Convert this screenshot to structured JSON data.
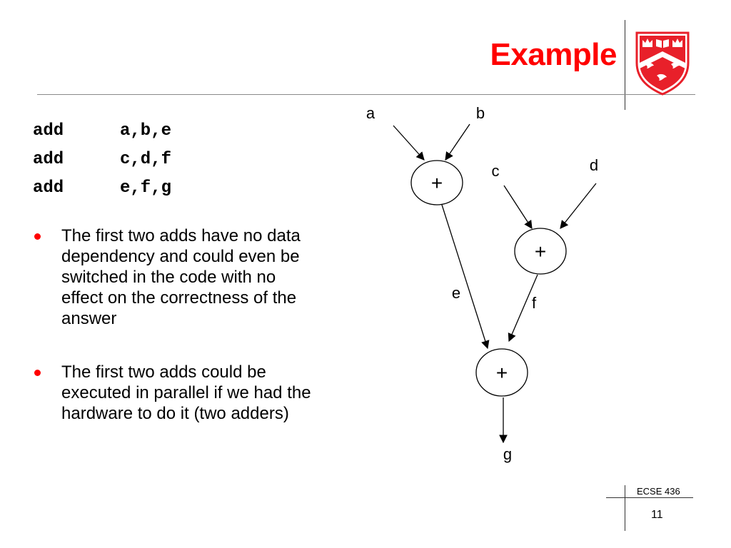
{
  "slide": {
    "title": "Example",
    "code": [
      {
        "op": "add",
        "args": "a,b,e"
      },
      {
        "op": "add",
        "args": "c,d,f"
      },
      {
        "op": "add",
        "args": "e,f,g"
      }
    ],
    "bullets": [
      "The first two adds have no data dependency and could even be switched in the code with no effect on the correctness of the answer",
      "The first two adds could be executed in parallel if we had the hardware to do it (two adders)"
    ],
    "diagram": {
      "inputs": [
        "a",
        "b",
        "c",
        "d"
      ],
      "intermediates": [
        "e",
        "f"
      ],
      "output": "g",
      "operator": "+"
    },
    "footer": {
      "course": "ECSE 436",
      "page": "11"
    }
  },
  "colors": {
    "title": "#ff0000",
    "bullet": "#ff0000",
    "logo_shield": "#e8202a"
  },
  "icons": {
    "logo": "mcgill-shield-logo"
  }
}
